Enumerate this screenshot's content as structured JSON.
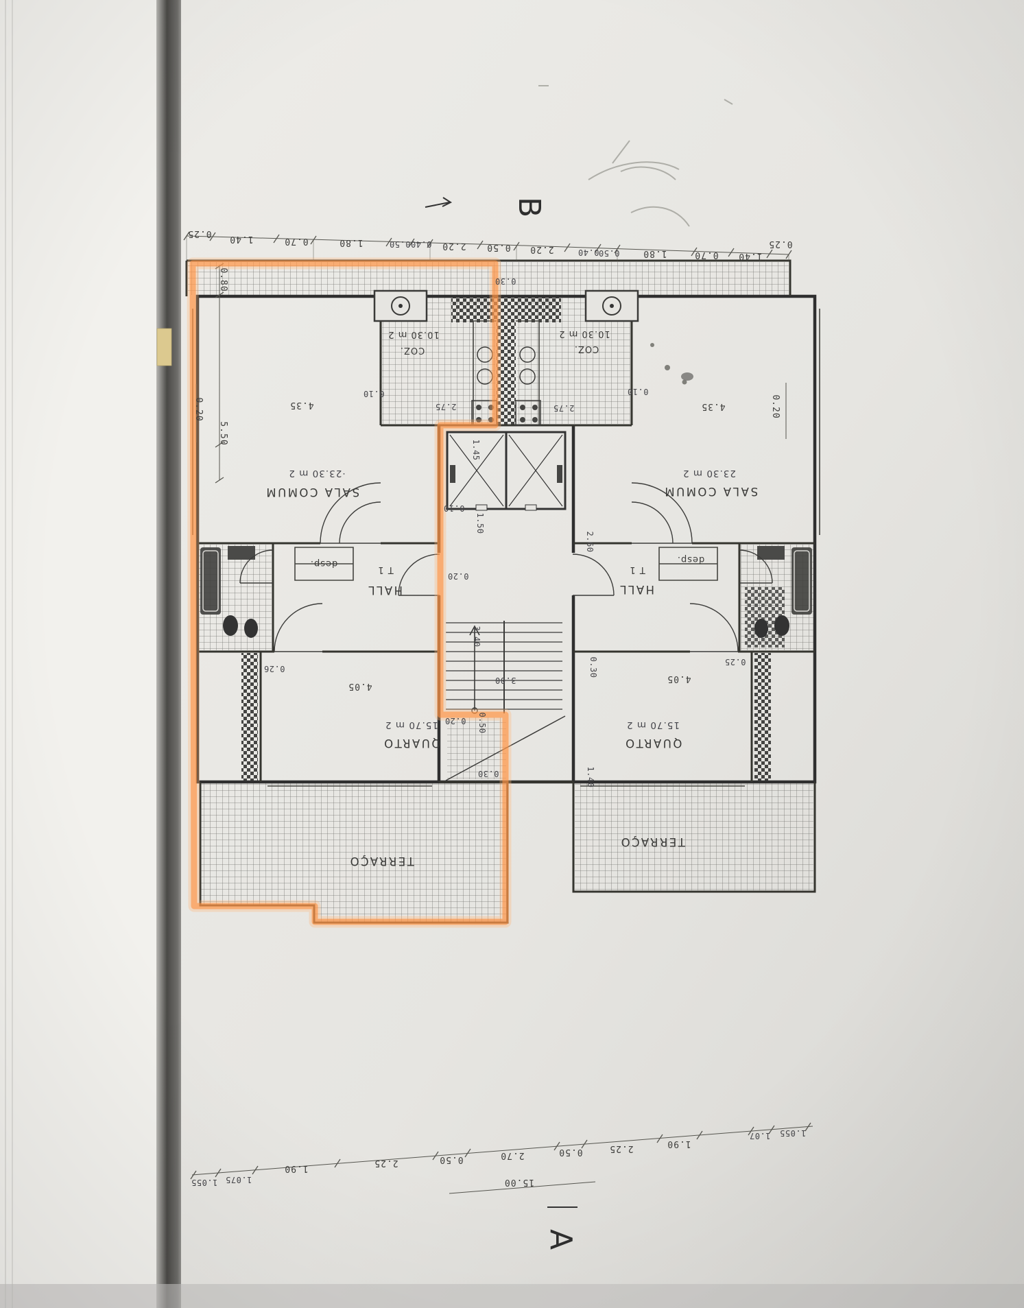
{
  "photo": {
    "description": "Photographed architectural floor plan page (plan printed upside-down), one apartment outlined in orange highlighter",
    "highlight_color": "#ff8f3d",
    "paper_color": "#e6e5e1"
  },
  "markers": {
    "section_b": "B",
    "section_a": "A"
  },
  "rooms": {
    "left": {
      "sala_name": "SALA COMUM",
      "sala_area": "·23.30 m 2",
      "coz_name": "COZ.",
      "coz_area": "10.30 m 2",
      "unit_type": "T 1",
      "hall": "HALL",
      "desp": "desp.",
      "quarto_name": "QUARTO",
      "quarto_area": "15.70 m 2",
      "terraco": "TERRAÇO"
    },
    "right": {
      "sala_name": "SALA COMUM",
      "sala_area": "23.30 m 2",
      "coz_name": "COZ.",
      "coz_area": "10.30 m 2",
      "unit_type": "T 1",
      "hall": "HALL",
      "desp": "desp.",
      "quarto_name": "QUARTO",
      "quarto_area": "15.70 m 2",
      "terraco": "TERRAÇO"
    }
  },
  "dims": {
    "top": [
      "0.25",
      "1.40",
      "0.70",
      "1.80",
      "0.50",
      "0.40",
      "2.20",
      "0.50",
      "2.20",
      "0.40",
      "0.50",
      "1.80",
      "0.70",
      "1.40",
      "0.25"
    ],
    "bottom": [
      "1.055",
      "1.075",
      "1.90",
      "2.25",
      "0.50",
      "2.70",
      "0.50",
      "2.25",
      "1.90",
      "1.07",
      "1.055"
    ],
    "bottom_total": "15.00",
    "left": [
      "0.80",
      "0.20",
      "5.50"
    ],
    "right": [
      "0.20"
    ],
    "interior": [
      "4.35",
      "0.10",
      "2.75",
      "2.75",
      "0.10",
      "4.35",
      "0.30",
      "1.45",
      "0.10",
      "1.50",
      "0.20",
      "2.60",
      "3.40",
      "3.00",
      "0.20",
      "0.50",
      "0.30",
      "0.26",
      "4.05",
      "4.05",
      "0.25",
      "0.30",
      "1.40"
    ]
  }
}
